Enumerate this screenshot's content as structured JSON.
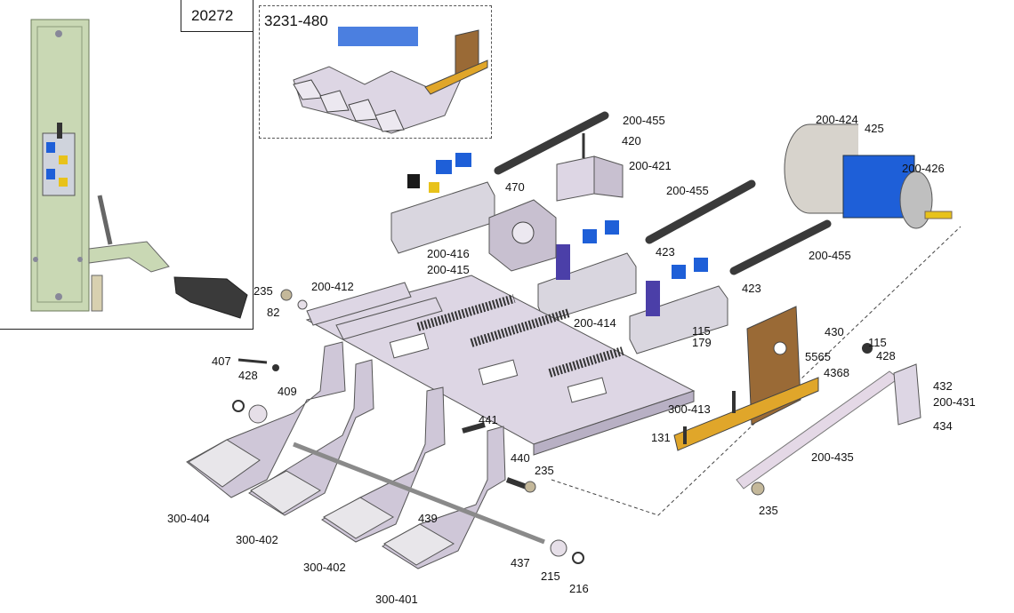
{
  "inset": {
    "code": "20272"
  },
  "kit": {
    "code": "3231-480"
  },
  "labels": {
    "l_200_455_a": "200-455",
    "l_420": "420",
    "l_200_421": "200-421",
    "l_200_424": "200-424",
    "l_425": "425",
    "l_200_426": "200-426",
    "l_470": "470",
    "l_200_455_b": "200-455",
    "l_200_416": "200-416",
    "l_200_415": "200-415",
    "l_423_a": "423",
    "l_200_455_c": "200-455",
    "l_423_b": "423",
    "l_235_a": "235",
    "l_200_412": "200-412",
    "l_82": "82",
    "l_200_414": "200-414",
    "l_115_a": "115",
    "l_179": "179",
    "l_430": "430",
    "l_115_b": "115",
    "l_428_a": "428",
    "l_5565": "5565",
    "l_4368": "4368",
    "l_432": "432",
    "l_200_431": "200-431",
    "l_434": "434",
    "l_407": "407",
    "l_428_b": "428",
    "l_409": "409",
    "l_300_413": "300-413",
    "l_441": "441",
    "l_131": "131",
    "l_440": "440",
    "l_235_b": "235",
    "l_200_435": "200-435",
    "l_235_c": "235",
    "l_300_404": "300-404",
    "l_300_402_a": "300-402",
    "l_300_402_b": "300-402",
    "l_439": "439",
    "l_437": "437",
    "l_215": "215",
    "l_216": "216",
    "l_300_401": "300-401"
  },
  "colors": {
    "plate_green": "#c9d8b4",
    "pedal_gray": "#c8c0d0",
    "valve_blue": "#1e5fd8",
    "valve_yellow": "#e8c21a",
    "bracket_orange": "#e0a62a",
    "bracket_brown": "#9a6a36",
    "shaft_dark": "#3a3a3a"
  }
}
